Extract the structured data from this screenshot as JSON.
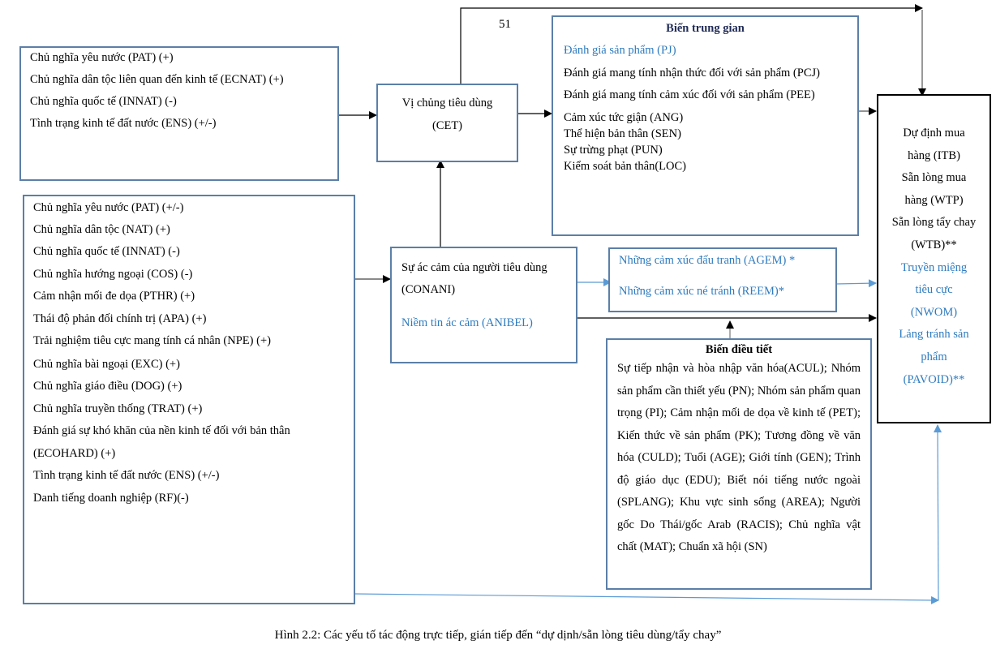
{
  "page_number": "51",
  "figure_caption": "Hình 2.2: Các yếu tố tác động trực tiếp, gián tiếp đến “dự dịnh/sẵn lòng tiêu dùng/tẩy chay”",
  "box_cet_antecedents": {
    "items": [
      "Chủ nghĩa yêu nước (PAT) (+)",
      "Chủ nghĩa dân tộc liên quan đến kinh tế (ECNAT) (+)",
      "Chủ nghĩa quốc tế (INNAT) (-)",
      "Tình trạng kinh tế đất nước (ENS) (+/-)"
    ]
  },
  "box_conani_antecedents": {
    "items": [
      "Chủ nghĩa yêu nước (PAT) (+/-)",
      "Chủ nghĩa dân tộc (NAT) (+)",
      "Chủ nghĩa quốc tế (INNAT) (-)",
      "Chủ nghĩa hướng ngoại  (COS) (-)",
      "Cảm nhận mối đe dọa (PTHR) (+)",
      "Thái độ phản đối chính trị (APA) (+)",
      "Trải nghiệm tiêu cực mang tính cá nhân (NPE) (+)",
      "Chủ nghĩa bài ngoại (EXC) (+)",
      "Chủ nghĩa giáo điều (DOG) (+)",
      "Chủ nghĩa truyền thống (TRAT) (+)",
      "Đánh giá sự khó khăn của nền kinh tế đối với bản thân",
      "(ECOHARD) (+)",
      "Tình trạng kinh tế đất nước (ENS) (+/-)",
      "Danh tiếng doanh nghiệp (RF)(-)"
    ]
  },
  "box_cet": {
    "line1": "Vị chủng tiêu dùng",
    "line2": "(CET)"
  },
  "box_conani": {
    "line1": "Sự ác cảm của người tiêu dùng",
    "line2": "(CONANI)",
    "line3": "Niềm tin ác cảm (ANIBEL)"
  },
  "box_mediators": {
    "title": "Biến trung gian",
    "items": [
      {
        "text": "Đánh giá sản phẩm (PJ)",
        "color": "#2e7bbf"
      },
      {
        "text": "Đánh giá mang tính nhận thức đối với sản phẩm (PCJ)",
        "color": "#000000"
      },
      {
        "text": "Đánh giá mang tính cảm xúc đối với sản phẩm (PEE)",
        "color": "#000000"
      },
      {
        "text": "Cảm xúc tức giận (ANG)",
        "color": "#000000"
      },
      {
        "text": "Thể hiện bản thân (SEN)",
        "color": "#000000"
      },
      {
        "text": "Sự trừng phạt (PUN)",
        "color": "#000000"
      },
      {
        "text": "Kiểm soát bản thân(LOC)",
        "color": "#000000"
      }
    ]
  },
  "box_emotions": {
    "items": [
      "Những cảm xúc đấu tranh (AGEM) *",
      "Những cảm xúc né tránh (REEM)*"
    ]
  },
  "box_moderators": {
    "title": "Biến điều tiết",
    "body": "Sự tiếp nhận và hòa nhập văn hóa(ACUL); Nhóm sản phẩm cần thiết yếu (PN); Nhóm sản phẩm quan trọng (PI); Cảm nhận mối de dọa về kinh tế (PET); Kiến thức về sản phẩm (PK); Tương đồng về văn hóa (CULD); Tuổi (AGE); Giới tính (GEN); Trình độ giáo dục (EDU); Biết nói tiếng nước ngoài (SPLANG); Khu vực sinh sống (AREA); Người gốc Do Thái/gốc Arab (RACIS); Chủ nghĩa vật chất (MAT); Chuẩn xã hội (SN)"
  },
  "box_outcomes": {
    "items": [
      {
        "text": "Dự định mua",
        "color": "#000000"
      },
      {
        "text": "hàng (ITB)",
        "color": "#000000"
      },
      {
        "text": "Sẵn lòng mua",
        "color": "#000000"
      },
      {
        "text": "hàng (WTP)",
        "color": "#000000"
      },
      {
        "text": "Sẵn lòng tẩy chay",
        "color": "#000000"
      },
      {
        "text": "(WTB)**",
        "color": "#000000"
      },
      {
        "text": "Truyền miệng",
        "color": "#2e7bbf"
      },
      {
        "text": "tiêu cực",
        "color": "#2e7bbf"
      },
      {
        "text": "(NWOM)",
        "color": "#2e7bbf"
      },
      {
        "text": "Lảng tránh sản",
        "color": "#2e7bbf"
      },
      {
        "text": "phẩm",
        "color": "#2e7bbf"
      },
      {
        "text": "(PAVOID)**",
        "color": "#2e7bbf"
      }
    ]
  },
  "colors": {
    "box_border": "#5b7fa8",
    "arrow_black": "#000000",
    "arrow_blue": "#5b9bd5",
    "accent_text": "#2e7bbf"
  }
}
